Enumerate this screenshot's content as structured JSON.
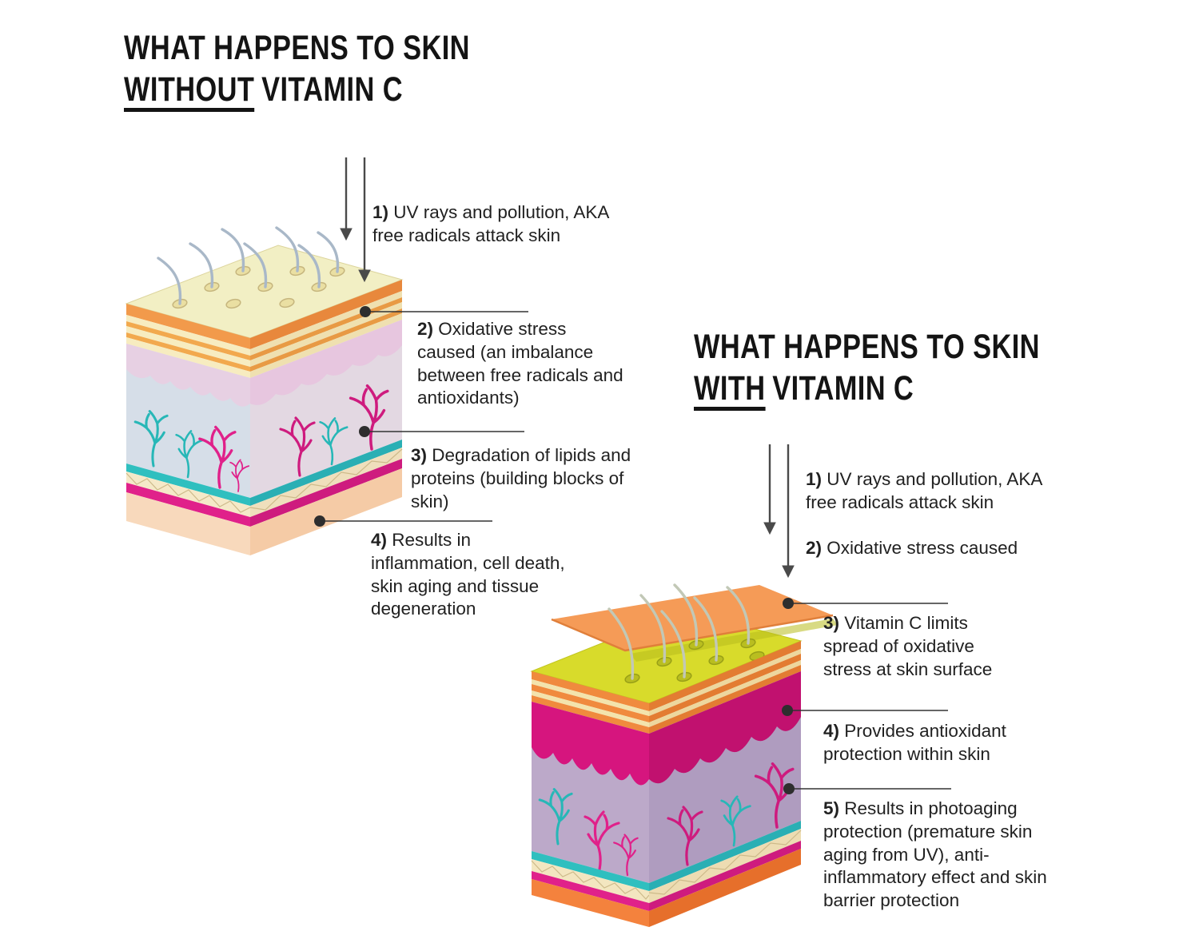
{
  "page": {
    "background": "#ffffff"
  },
  "palette": {
    "title_color": "#141414",
    "text_color": "#212121",
    "leader_line": "#333333",
    "arrow": "#4a4a4a",
    "orange": "#F29A4B",
    "deep_orange": "#F4823D",
    "magenta": "#E0218A",
    "deep_magenta": "#D6157E",
    "teal": "#2FBFBF",
    "lime_skin": "#D8DB2B",
    "pale_skin": "#F2EFC4",
    "dermis_blue": "#D6DEE8",
    "dermis_purple": "#BCA9C9",
    "hypodermis_peach": "#F8D9BC",
    "vitamin_sheet": "#F59B57"
  },
  "left_panel": {
    "title": {
      "line1": "WHAT HAPPENS TO SKIN",
      "underlined_word": "WITHOUT",
      "line2_rest": "VITAMIN C"
    },
    "annotations": [
      {
        "num": "1)",
        "text": "UV rays and pollution, AKA free radicals attack skin"
      },
      {
        "num": "2)",
        "text": "Oxidative stress caused (an imbalance between free radicals and antioxidants)"
      },
      {
        "num": "3)",
        "text": "Degradation of lipids and proteins (building blocks of skin)"
      },
      {
        "num": "4)",
        "text": "Results in inflammation, cell death, skin aging and tissue degeneration"
      }
    ],
    "illustration": "skin block cross-section without vitamin C"
  },
  "right_panel": {
    "title": {
      "line1": "WHAT HAPPENS TO SKIN",
      "underlined_word": "WITH",
      "line2_rest": "VITAMIN C"
    },
    "annotations": [
      {
        "num": "1)",
        "text": "UV rays and pollution, AKA free radicals attack skin"
      },
      {
        "num": "2)",
        "text": "Oxidative stress caused"
      },
      {
        "num": "3)",
        "text": "Vitamin C limits spread of oxidative stress at skin surface"
      },
      {
        "num": "4)",
        "text": "Provides antioxidant protection within skin"
      },
      {
        "num": "5)",
        "text": "Results in photoaging protection (premature skin aging from UV), anti-inflammatory effect and skin barrier protection"
      }
    ],
    "illustration": "skin block cross-section with vitamin C protective layer"
  }
}
